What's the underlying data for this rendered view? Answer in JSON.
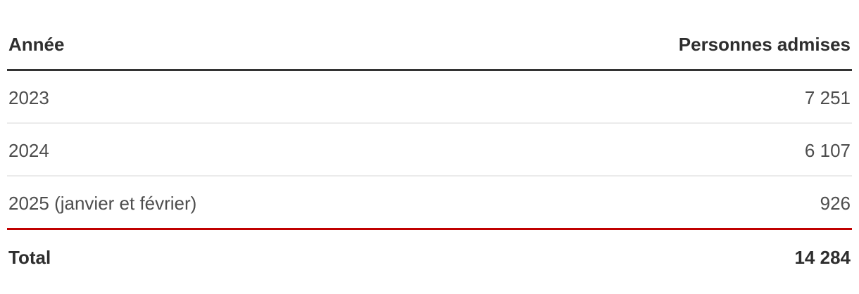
{
  "chart_data": {
    "type": "table",
    "columns": [
      "Année",
      "Personnes admises"
    ],
    "rows": [
      [
        "2023",
        "7 251"
      ],
      [
        "2024",
        "6 107"
      ],
      [
        "2025 (janvier et février)",
        "926"
      ],
      [
        "Total",
        "14 284"
      ]
    ],
    "values": [
      7251,
      6107,
      926
    ],
    "total": 14284
  },
  "table": {
    "header": {
      "col_year": "Année",
      "col_admitted": "Personnes admises"
    },
    "rows": [
      {
        "label": "2023",
        "value": "7 251"
      },
      {
        "label": "2024",
        "value": "6 107"
      },
      {
        "label": "2025 (janvier et février)",
        "value": "926"
      }
    ],
    "total": {
      "label": "Total",
      "value": "14 284"
    }
  },
  "colors": {
    "header_text": "#2e2e2e",
    "row_text": "#4d4d4d",
    "header_rule": "#333333",
    "row_rule": "#ebebeb",
    "total_rule": "#c00000"
  }
}
